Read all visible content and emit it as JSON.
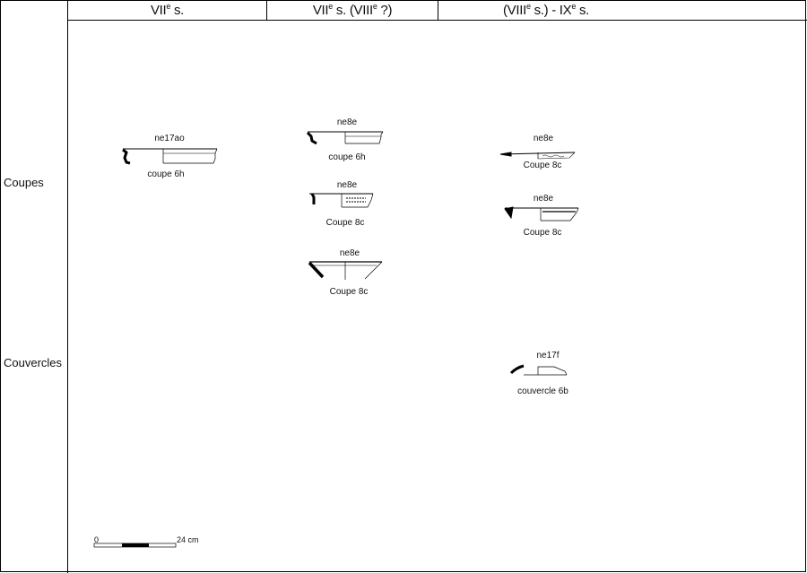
{
  "headers": {
    "col1": {
      "main": "VII",
      "sup": "e",
      "tail": " s."
    },
    "col2": {
      "main": "VII",
      "sup": "e",
      "tail": " s. (VIII",
      "sup2": "e",
      "tail2": " ?)"
    },
    "col3": {
      "pre": "(VIII",
      "sup": "e",
      "mid": " s.) - IX",
      "sup2": "e",
      "tail": " s."
    }
  },
  "rows": {
    "coupes": "Coupes",
    "couvercles": "Couvercles"
  },
  "items": [
    {
      "code": "ne17ao",
      "name": "coupe 6h"
    },
    {
      "code": "ne8e",
      "name": "coupe 6h"
    },
    {
      "code": "ne8e",
      "name": "Coupe 8c"
    },
    {
      "code": "ne8e",
      "name": "Coupe 8c"
    },
    {
      "code": "ne8e",
      "name": "Coupe 8c"
    },
    {
      "code": "ne8e",
      "name": "Coupe 8c"
    },
    {
      "code": "ne17f",
      "name": "couvercle 6b"
    }
  ],
  "scale": {
    "start": "0",
    "end": "24 cm"
  }
}
